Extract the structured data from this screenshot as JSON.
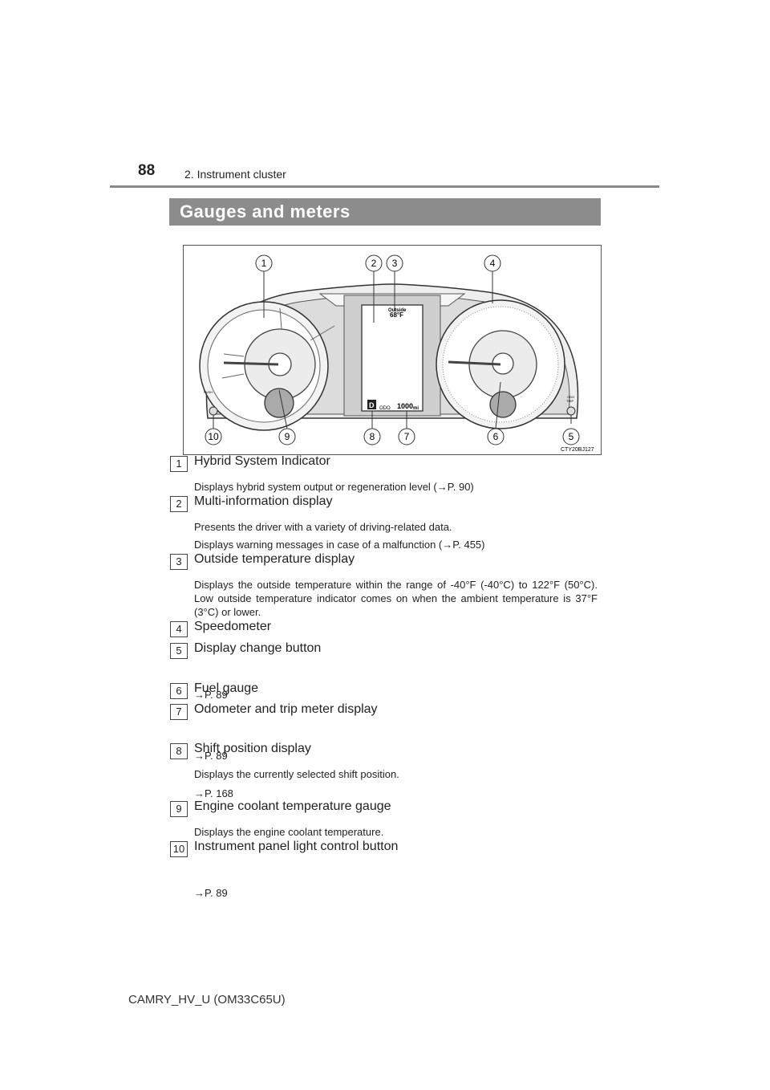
{
  "header": {
    "page_number": "88",
    "section": "2. Instrument cluster"
  },
  "title": "Gauges and meters",
  "figure": {
    "code": "CTY20BJ127",
    "mid_text": {
      "outside": "Outside",
      "temp": "68°F",
      "gear": "D",
      "odo": "ODO",
      "miles": "1000",
      "unit": "mi"
    },
    "push_label": "PUSH",
    "odo_trip_label": [
      "ODO",
      "TRIP"
    ],
    "callouts": [
      "1",
      "2",
      "3",
      "4",
      "5",
      "6",
      "7",
      "8",
      "9",
      "10"
    ]
  },
  "items": [
    {
      "n": "1",
      "title": "Hybrid System Indicator",
      "lines": [
        "Displays hybrid system output or regeneration level (→P. 90)"
      ]
    },
    {
      "n": "2",
      "title": "Multi-information display",
      "lines": [
        "Presents the driver with a variety of driving-related data.",
        "Displays warning messages in case of a malfunction (→P. 455)"
      ]
    },
    {
      "n": "3",
      "title": "Outside temperature display",
      "lines": [
        "Displays the outside temperature within the range of -40°F (-40°C) to 122°F (50°C). Low outside temperature indicator comes on when the ambient temperature is 37°F (3°C) or lower."
      ]
    },
    {
      "n": "4",
      "title": "Speedometer",
      "lines": []
    },
    {
      "n": "5",
      "title": "Display change button",
      "lines": [
        "→P. 89"
      ]
    },
    {
      "n": "6",
      "title": "Fuel gauge",
      "lines": []
    },
    {
      "n": "7",
      "title": "Odometer and trip meter display",
      "lines": [
        "→P. 89"
      ]
    },
    {
      "n": "8",
      "title": "Shift position display",
      "lines": [
        "Displays the currently selected shift position.",
        "→P. 168"
      ]
    },
    {
      "n": "9",
      "title": "Engine coolant temperature gauge",
      "lines": [
        "Displays the engine coolant temperature."
      ]
    },
    {
      "n": "10",
      "title": "Instrument panel light control button",
      "lines": [
        "→P. 89"
      ]
    }
  ],
  "footer": "CAMRY_HV_U (OM33C65U)"
}
